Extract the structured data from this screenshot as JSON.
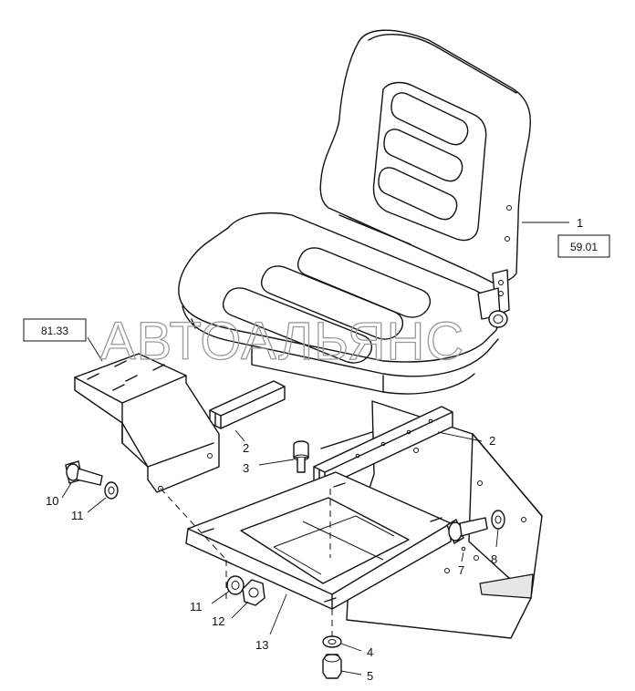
{
  "diagram": {
    "watermark": "АВТОАЛЬЯНС",
    "reference_boxes": [
      {
        "id": "ref-59-01",
        "label": "59.01"
      },
      {
        "id": "ref-81-33",
        "label": "81.33"
      }
    ],
    "callouts": [
      {
        "id": "c1",
        "label": "1",
        "part": "seat"
      },
      {
        "id": "c2a",
        "label": "2",
        "part": "left-slide-rail"
      },
      {
        "id": "c2b",
        "label": "2",
        "part": "right-slide-rail"
      },
      {
        "id": "c3",
        "label": "3",
        "part": "socket-screw"
      },
      {
        "id": "c4",
        "label": "4",
        "part": "washer"
      },
      {
        "id": "c5",
        "label": "5",
        "part": "nut"
      },
      {
        "id": "c7",
        "label": "7",
        "part": "hex-bolt"
      },
      {
        "id": "c8",
        "label": "8",
        "part": "washer"
      },
      {
        "id": "c10",
        "label": "10",
        "part": "hex-bolt"
      },
      {
        "id": "c11a",
        "label": "11",
        "part": "washer"
      },
      {
        "id": "c11b",
        "label": "11",
        "part": "washer"
      },
      {
        "id": "c12",
        "label": "12",
        "part": "nut"
      },
      {
        "id": "c13",
        "label": "13",
        "part": "seat-mounting-plate"
      }
    ]
  }
}
